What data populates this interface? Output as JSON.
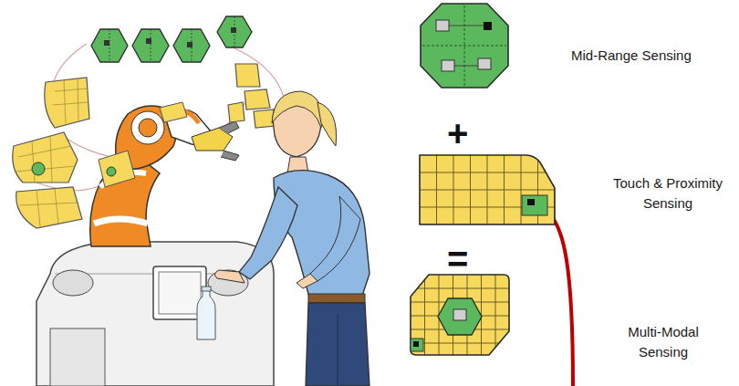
{
  "diagram": {
    "nodes": [
      {
        "text": [
          "Mid-Range Sensing"
        ]
      },
      {
        "text": [
          "Touch & Proximity Sensing"
        ]
      },
      {
        "text": [
          "Multi-Modal Sensing"
        ]
      }
    ],
    "labels": [
      "+",
      "="
    ]
  }
}
